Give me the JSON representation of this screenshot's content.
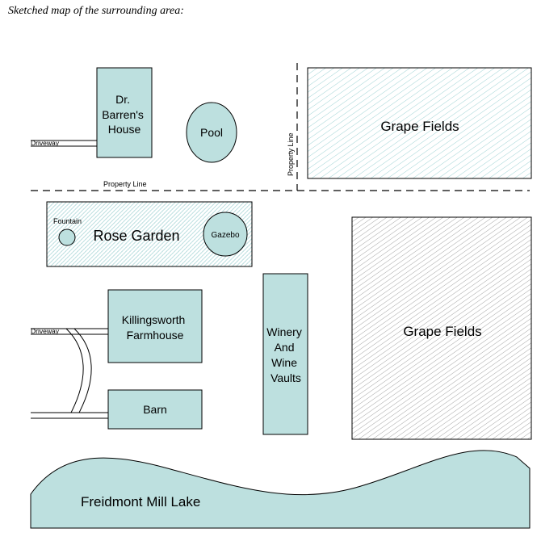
{
  "title": "Sketched map of the surrounding area:",
  "map": {
    "colors": {
      "building_fill": "#bde0df",
      "lake_fill": "#bde0df",
      "line": "#000000"
    },
    "labels": {
      "dr_barrens_house": [
        "Dr.",
        "Barren's",
        "House"
      ],
      "pool": "Pool",
      "grape_fields_north": "Grape Fields",
      "grape_fields_south": "Grape Fields",
      "property_line_horizontal": "Property Line",
      "property_line_vertical": "Property Line",
      "driveway_north": "Driveway",
      "driveway_south": "Driveway",
      "fountain": "Fountain",
      "rose_garden": "Rose Garden",
      "gazebo": "Gazebo",
      "farmhouse": [
        "Killingsworth",
        "Farmhouse"
      ],
      "barn": "Barn",
      "winery": [
        "Winery",
        "And",
        "Wine",
        "Vaults"
      ],
      "lake": "Freidmont Mill Lake"
    }
  }
}
